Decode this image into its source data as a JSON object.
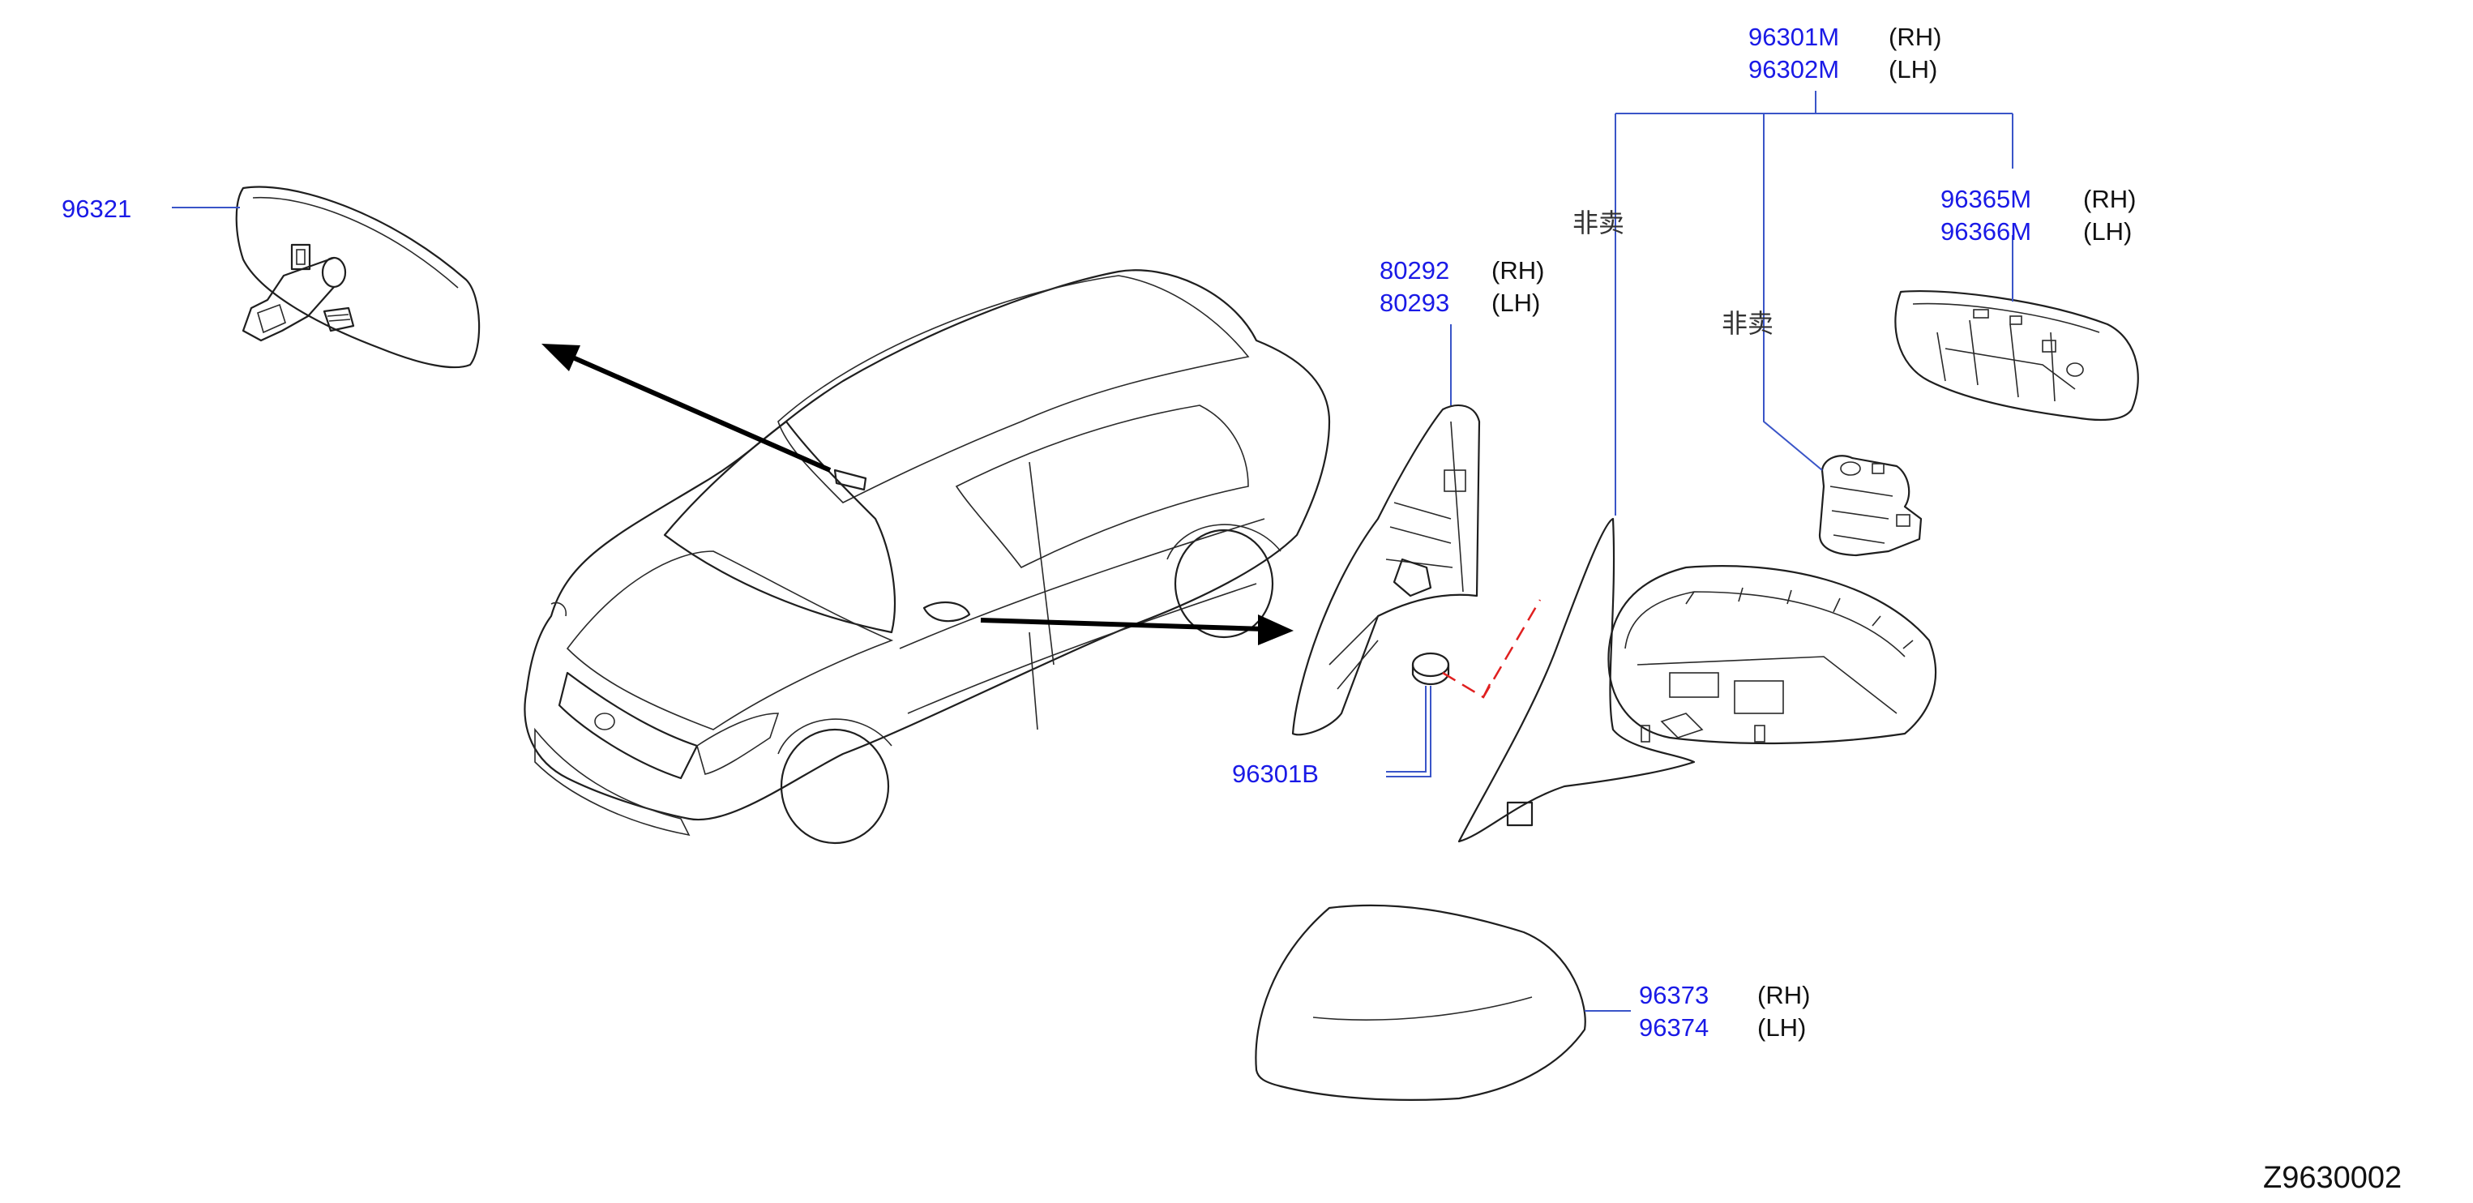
{
  "labels": {
    "inner_mirror": "96321",
    "mirror_rh": "96301M",
    "mirror_lh": "96302M",
    "mirror_rh_side": "(RH)",
    "mirror_lh_side": "(LH)",
    "glass_rh": "96365M",
    "glass_lh": "96366M",
    "glass_rh_side": "(RH)",
    "glass_lh_side": "(LH)",
    "finisher_rh": "80292",
    "finisher_lh": "80293",
    "finisher_rh_side": "(RH)",
    "finisher_lh_side": "(LH)",
    "nut": "96301B",
    "cover_rh": "96373",
    "cover_lh": "96374",
    "cover_rh_side": "(RH)",
    "cover_lh_side": "(LH)",
    "not_sold_1": "非卖",
    "not_sold_2": "非卖",
    "diagram_code": "Z9630002"
  },
  "colors": {
    "part_number": "#1a1ae6",
    "leader_line": "#3a55c8",
    "drawing": "#1f1f1f",
    "dashed_guide": "#e02020"
  }
}
